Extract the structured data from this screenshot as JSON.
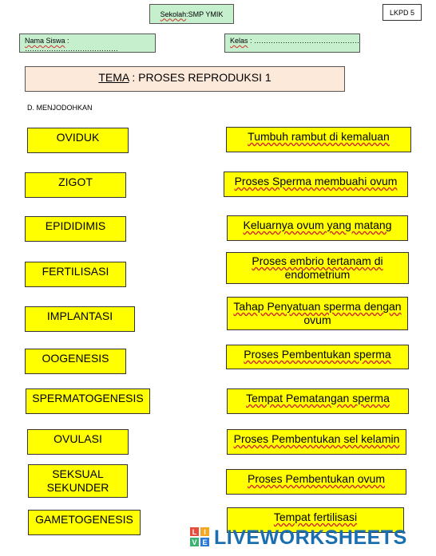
{
  "header": {
    "school_label": "Sekolah",
    "school_sep": " : ",
    "school_value": "SMP YMIK",
    "lkpd": "LKPD 5",
    "name_label": "Nama Siswa",
    "name_sep": " : ",
    "name_dots": "…………………………………",
    "class_label": "Kelas",
    "class_sep": " : ",
    "class_dots": "…………………………………………"
  },
  "theme": {
    "label": "TEMA",
    "sep": " : ",
    "value": "PROSES REPRODUKSI 1"
  },
  "section_title": "D.  MENJODOHKAN",
  "left_items": [
    {
      "line1": "OVIDUK",
      "line2": ""
    },
    {
      "line1": "ZIGOT",
      "line2": ""
    },
    {
      "line1": "EPIDIDIMIS",
      "line2": ""
    },
    {
      "line1": "FERTILISASI",
      "line2": ""
    },
    {
      "line1": "IMPLANTASI",
      "line2": ""
    },
    {
      "line1": "OOGENESIS",
      "line2": ""
    },
    {
      "line1": "SPERMATOGENESIS",
      "line2": ""
    },
    {
      "line1": "OVULASI",
      "line2": ""
    },
    {
      "line1": "SEKSUAL",
      "line2": "SEKUNDER"
    },
    {
      "line1": "GAMETOGENESIS",
      "line2": ""
    }
  ],
  "right_items": [
    {
      "line1": "Tumbuh rambut di kemaluan",
      "line2": ""
    },
    {
      "line1": "Proses Sperma membuahi ovum",
      "line2": ""
    },
    {
      "line1": "Keluarnya ovum yang matang",
      "line2": ""
    },
    {
      "line1": "Proses embrio tertanam di",
      "line2": "endometrium"
    },
    {
      "line1": "Tahap Penyatuan sperma dengan",
      "line2": "ovum"
    },
    {
      "line1": "Proses Pembentukan sperma",
      "line2": ""
    },
    {
      "line1": "Tempat Pematangan sperma",
      "line2": ""
    },
    {
      "line1": "Proses Pembentukan sel kelamin",
      "line2": ""
    },
    {
      "line1": "Proses Pembentukan ovum",
      "line2": ""
    },
    {
      "line1": "Tempat fertilisasi",
      "line2": ""
    }
  ],
  "brand": {
    "logo_letters": [
      "L",
      "I",
      "V",
      "E"
    ],
    "logo_colors": [
      "#e94b3c",
      "#f5a623",
      "#3cb371",
      "#2b7bd6"
    ],
    "name": "LIVEWORKSHEETS",
    "color": "#1a6fb0"
  }
}
